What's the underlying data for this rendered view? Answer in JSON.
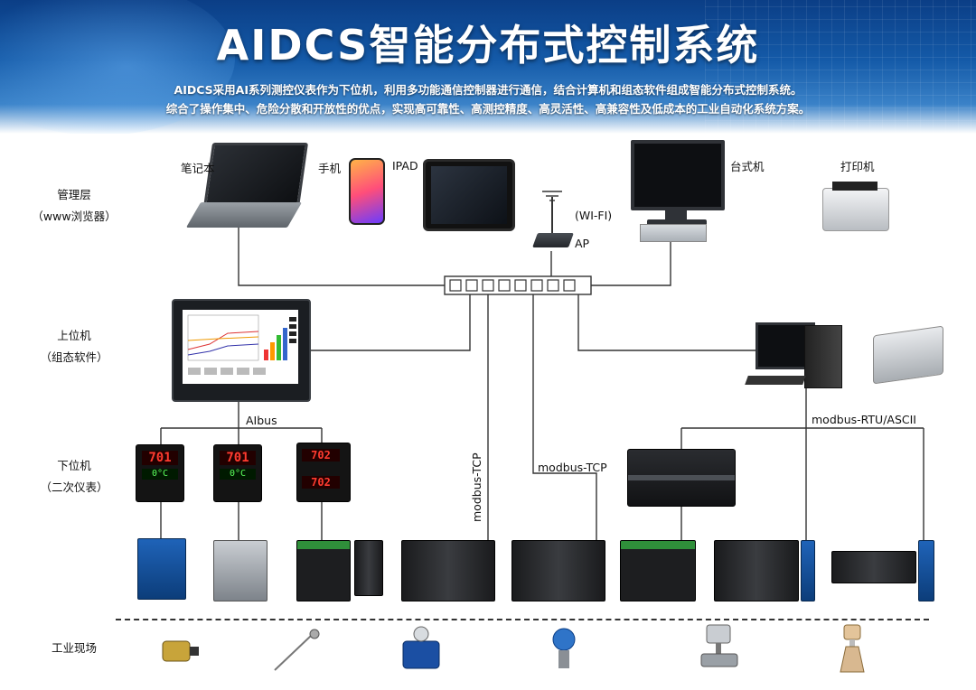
{
  "header": {
    "title": "AIDCS智能分布式控制系统",
    "subtitle_line1": "AIDCS采用AI系列测控仪表作为下位机，利用多功能通信控制器进行通信，结合计算机和组态软件组成智能分布式控制系统。",
    "subtitle_line2": "综合了操作集中、危险分散和开放性的优点，实现高可靠性、高测控精度、高灵活性、高兼容性及低成本的工业自动化系统方案。"
  },
  "layers": {
    "management": {
      "line1": "管理层",
      "line2": "（www浏览器）"
    },
    "host": {
      "line1": "上位机",
      "line2": "（组态软件）"
    },
    "slave": {
      "line1": "下位机",
      "line2": "（二次仪表）"
    },
    "field": {
      "line1": "工业现场"
    }
  },
  "devices": {
    "laptop": "笔记本",
    "phone": "手机",
    "ipad": "IPAD",
    "desktop": "台式机",
    "printer": "打印机",
    "wifi": "(WI-FI)",
    "ap": "AP"
  },
  "buses": {
    "aibus": "AIbus",
    "modbus_tcp_vertical": "modbus-TCP",
    "modbus_tcp": "modbus-TCP",
    "modbus_rtu": "modbus-RTU/ASCII"
  },
  "controller_displays": {
    "c1_top": "701",
    "c1_bottom": "0°C",
    "c2_top": "701",
    "c2_bottom": "0°C",
    "c3_top": "702",
    "c3_bottom": "702"
  },
  "colors": {
    "header_dark": "#0b3e86",
    "header_light": "#3a82c8",
    "line": "#333333",
    "led_red": "#ff3b2f",
    "module_green": "#2f8f3a",
    "module_blue": "#1f63b8"
  },
  "icons": [
    "laptop-icon",
    "phone-icon",
    "tablet-icon",
    "router-icon",
    "desktop-icon",
    "printer-icon",
    "hmi-panel-icon",
    "network-switch-icon",
    "pc-icon",
    "controller-icon",
    "plc-icon",
    "io-module-icon",
    "proximity-sensor-icon",
    "thermocouple-icon",
    "flowmeter-icon",
    "pressure-transmitter-icon",
    "valve-icon",
    "level-sensor-icon"
  ]
}
